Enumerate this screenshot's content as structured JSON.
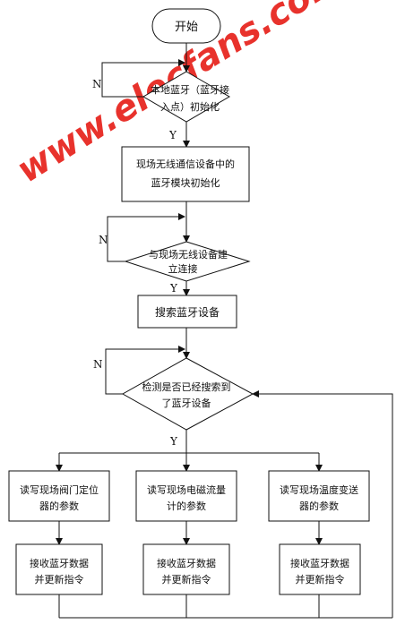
{
  "flowchart": {
    "start": "开始",
    "init_bt_line1": "本地蓝牙（蓝牙接",
    "init_bt_line2": "入点）初始化",
    "init_module_line1": "现场无线通信设备中的",
    "init_module_line2": "蓝牙模块初始化",
    "connect_line1": "与现场无线设备建",
    "connect_line2": "立连接",
    "search": "搜索蓝牙设备",
    "detect_line1": "检测是否已经搜索到",
    "detect_line2": "了蓝牙设备",
    "read_valve_line1": "读写现场阀门定位",
    "read_valve_line2": "器的参数",
    "read_flow_line1": "读写现场电磁流量",
    "read_flow_line2": "计的参数",
    "read_temp_line1": "读写现场温度变送",
    "read_temp_line2": "器的参数",
    "recv_line1": "接收蓝牙数据",
    "recv_line2": "并更新指令",
    "yes": "Y",
    "no": "N"
  },
  "watermark": "www.elecfans.com",
  "colors": {
    "line": "#111111",
    "watermark": "#e8322c"
  }
}
